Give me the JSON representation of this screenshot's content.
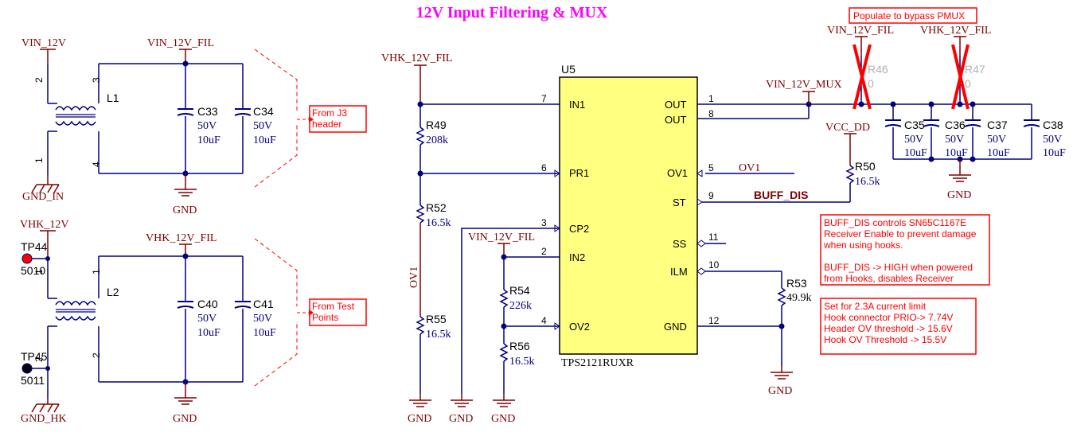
{
  "title": "12V Input Filtering & MUX",
  "nets": {
    "vin_12v": "VIN_12V",
    "vin_12v_fil": "VIN_12V_FIL",
    "vhk_12v": "VHK_12V",
    "vhk_12v_fil": "VHK_12V_FIL",
    "gnd": "GND",
    "gnd_in": "GND_IN",
    "gnd_hk": "GND_HK",
    "vin_12v_mux": "VIN_12V_MUX",
    "vcc_dd": "VCC_DD",
    "ov1": "OV1",
    "buff_dis": "BUFF_DIS"
  },
  "inductors": {
    "l1": {
      "ref": "L1",
      "pins": [
        "2",
        "3",
        "1",
        "4"
      ]
    },
    "l2": {
      "ref": "L2",
      "pins": [
        "1",
        "1",
        "2",
        "2"
      ]
    }
  },
  "capacitors": {
    "c33": {
      "ref": "C33",
      "voltage": "50V",
      "value": "10uF"
    },
    "c34": {
      "ref": "C34",
      "voltage": "50V",
      "value": "10uF"
    },
    "c40": {
      "ref": "C40",
      "voltage": "50V",
      "value": "10uF"
    },
    "c41": {
      "ref": "C41",
      "voltage": "50V",
      "value": "10uF"
    },
    "c35": {
      "ref": "C35",
      "voltage": "50V",
      "value": "10uF"
    },
    "c36": {
      "ref": "C36",
      "voltage": "50V",
      "value": "10uF"
    },
    "c37": {
      "ref": "C37",
      "voltage": "50V",
      "value": "10uF"
    },
    "c38": {
      "ref": "C38",
      "voltage": "50V",
      "value": "10uF"
    }
  },
  "resistors": {
    "r49": {
      "ref": "R49",
      "value": "208k"
    },
    "r52": {
      "ref": "R52",
      "value": "16.5k"
    },
    "r55": {
      "ref": "R55",
      "value": "16.5k"
    },
    "r54": {
      "ref": "R54",
      "value": "226k"
    },
    "r56": {
      "ref": "R56",
      "value": "16.5k"
    },
    "r53": {
      "ref": "R53",
      "value": "49.9k"
    },
    "r50": {
      "ref": "R50",
      "value": "16.5k"
    },
    "r46": {
      "ref": "R46",
      "value": "0"
    },
    "r47": {
      "ref": "R47",
      "value": "0"
    }
  },
  "testpoints": {
    "tp44": {
      "ref": "TP44",
      "part": "5010"
    },
    "tp45": {
      "ref": "TP45",
      "part": "5011"
    }
  },
  "ic": {
    "ref": "U5",
    "part": "TPS2121RUXR",
    "color": "#ffff80",
    "left_pins": [
      {
        "num": "7",
        "name": "IN1"
      },
      {
        "num": "6",
        "name": "PR1"
      },
      {
        "num": "3",
        "name": "CP2"
      },
      {
        "num": "2",
        "name": "IN2"
      },
      {
        "num": "4",
        "name": "OV2"
      }
    ],
    "right_pins": [
      {
        "num": "1",
        "name": "OUT"
      },
      {
        "num": "8",
        "name": "OUT"
      },
      {
        "num": "5",
        "name": "OV1"
      },
      {
        "num": "9",
        "name": "ST"
      },
      {
        "num": "11",
        "name": "SS"
      },
      {
        "num": "10",
        "name": "ILM"
      },
      {
        "num": "12",
        "name": "GND"
      }
    ]
  },
  "notes": {
    "from_j3": [
      "From J3",
      "header"
    ],
    "from_tp": [
      "From Test",
      "Points"
    ],
    "populate": "Populate to bypass PMUX",
    "buff_note": [
      "BUFF_DIS controls SN65C1167E",
      "Receiver Enable to prevent damage",
      "when using hooks.",
      "",
      "BUFF_DIS -> HIGH when powered",
      "from Hooks, disables Receiver"
    ],
    "limit_note": [
      "Set for 2.3A current limit",
      "Hook connector PRIO-> 7.74V",
      "Header OV threshold -> 15.6V",
      "Hook OV Threshold -> 15.5V"
    ]
  },
  "colors": {
    "wire": "#00007f",
    "net_label": "#7f0000",
    "note": "#ff0000",
    "title": "#ff00ff",
    "ic_fill": "#ffff80"
  }
}
